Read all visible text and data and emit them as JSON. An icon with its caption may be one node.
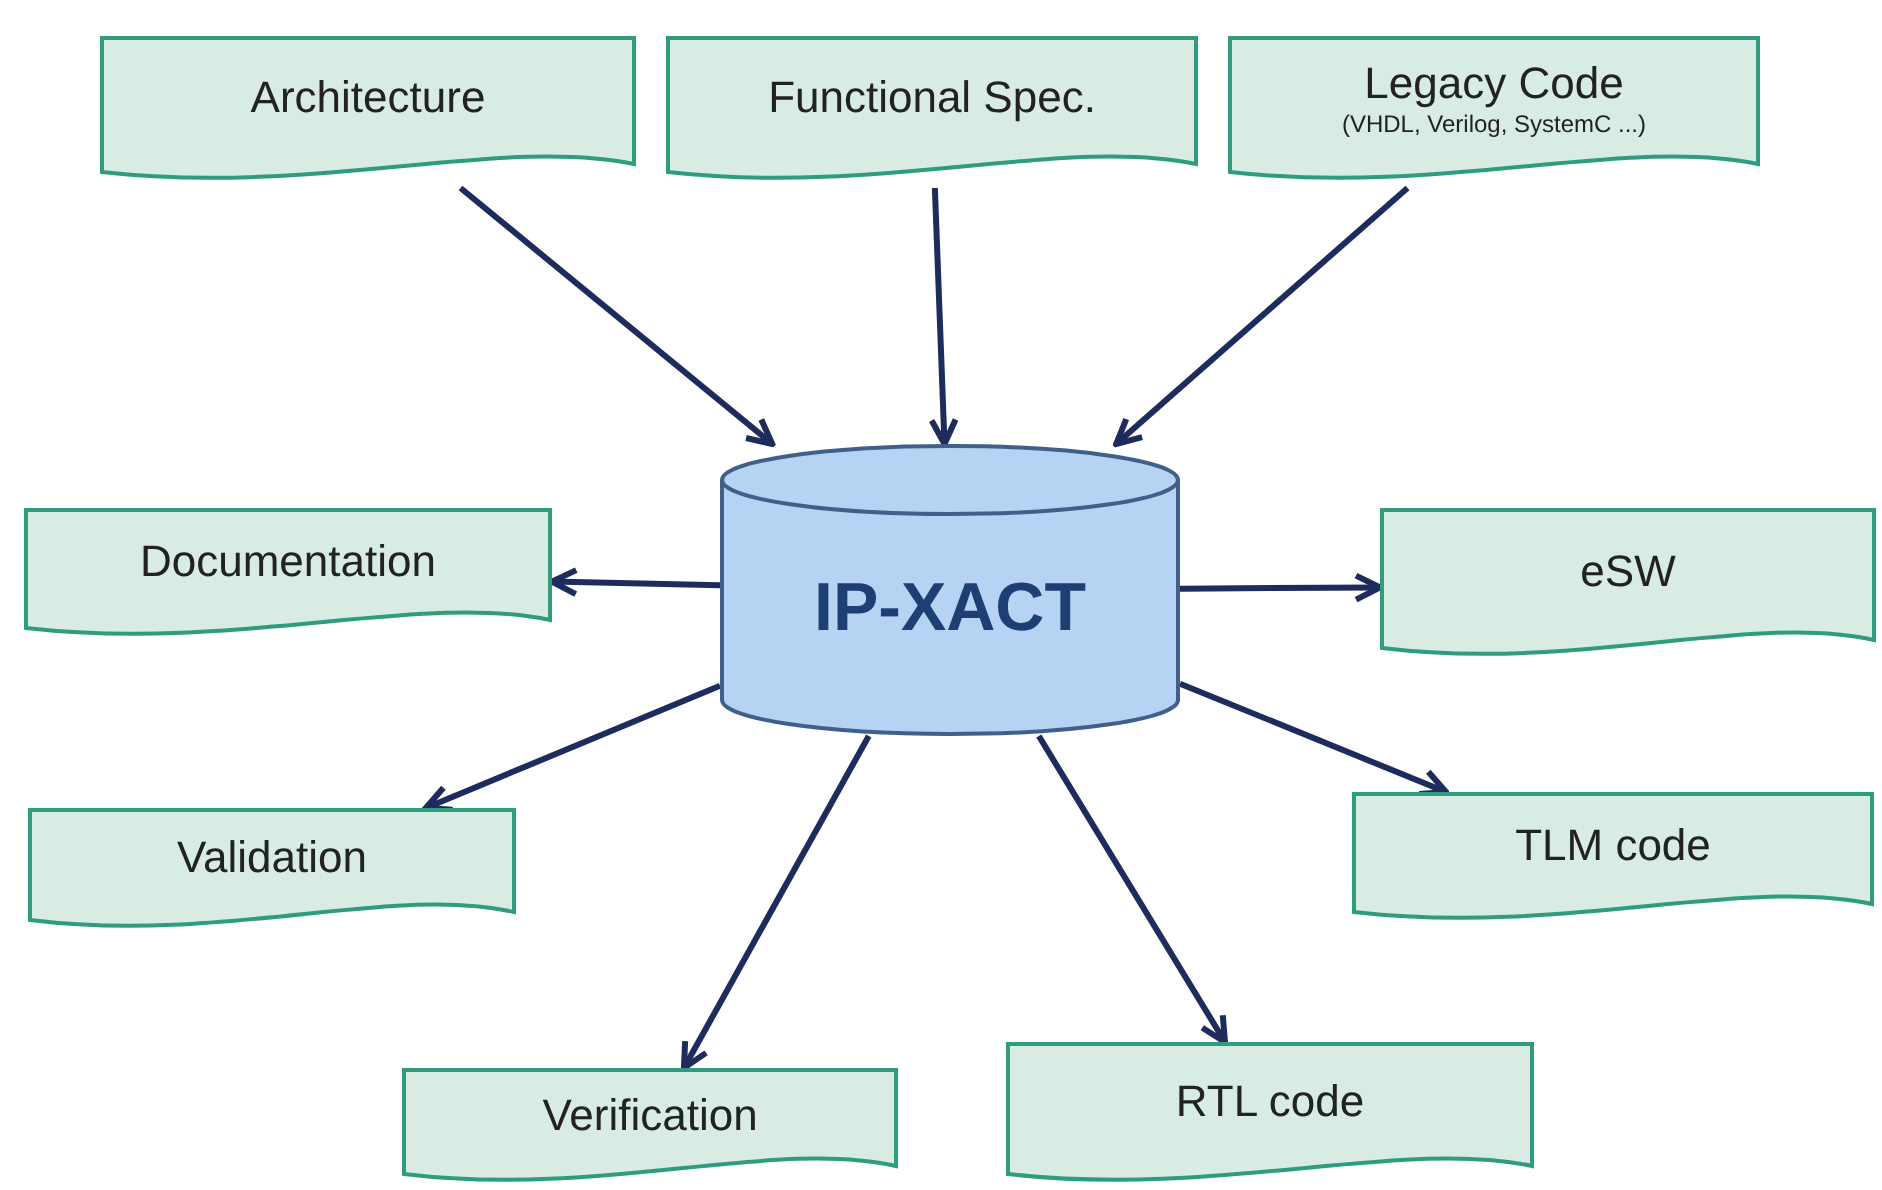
{
  "diagram": {
    "nodes": [
      {
        "text": [
          "Architecture"
        ]
      },
      {
        "text": [
          "Functional Spec."
        ]
      },
      {
        "text": [
          "Legacy Code",
          "(VHDL, Verilog, SystemC ...)"
        ]
      },
      {
        "text": [
          "Documentation"
        ]
      },
      {
        "text": [
          "IP-XACT"
        ]
      },
      {
        "text": [
          "eSW"
        ]
      },
      {
        "text": [
          "Validation"
        ]
      },
      {
        "text": [
          "TLM code"
        ]
      },
      {
        "text": [
          "Verification"
        ]
      },
      {
        "text": [
          "RTL code"
        ]
      }
    ],
    "edges": [
      {
        "from": 0,
        "to": 4,
        "arrow": "to"
      },
      {
        "from": 1,
        "to": 4,
        "arrow": "to"
      },
      {
        "from": 2,
        "to": 4,
        "arrow": "to"
      },
      {
        "from": 4,
        "to": 3,
        "arrow": "to"
      },
      {
        "from": 4,
        "to": 5,
        "arrow": "to"
      },
      {
        "from": 4,
        "to": 6,
        "arrow": "to"
      },
      {
        "from": 4,
        "to": 7,
        "arrow": "to"
      },
      {
        "from": 4,
        "to": 8,
        "arrow": "to"
      },
      {
        "from": 4,
        "to": 9,
        "arrow": "to"
      }
    ]
  }
}
